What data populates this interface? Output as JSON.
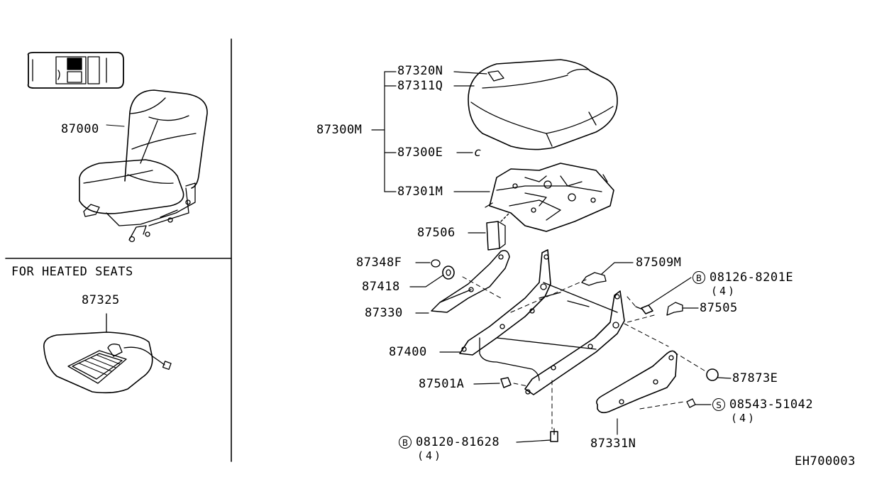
{
  "section_heated": "FOR HEATED SEATS",
  "figure_code": "EH700003",
  "badge_bolt": "B",
  "badge_screw": "S",
  "parts": {
    "p87000": "87000",
    "p87325": "87325",
    "p87320N": "87320N",
    "p87311Q": "87311Q",
    "p87300M": "87300M",
    "p87300E": "87300E",
    "p87300E_mark": "c",
    "p87301M": "87301M",
    "p87506": "87506",
    "p87348F": "87348F",
    "p87418": "87418",
    "p87330": "87330",
    "p87400": "87400",
    "p87501A": "87501A",
    "p08120": "08120-81628",
    "p08120_qty": "(4)",
    "p87509M": "87509M",
    "p08126": "08126-8201E",
    "p08126_qty": "(4)",
    "p87505": "87505",
    "p87873E": "87873E",
    "p08543": "08543-51042",
    "p08543_qty": "(4)",
    "p87331N": "87331N"
  }
}
